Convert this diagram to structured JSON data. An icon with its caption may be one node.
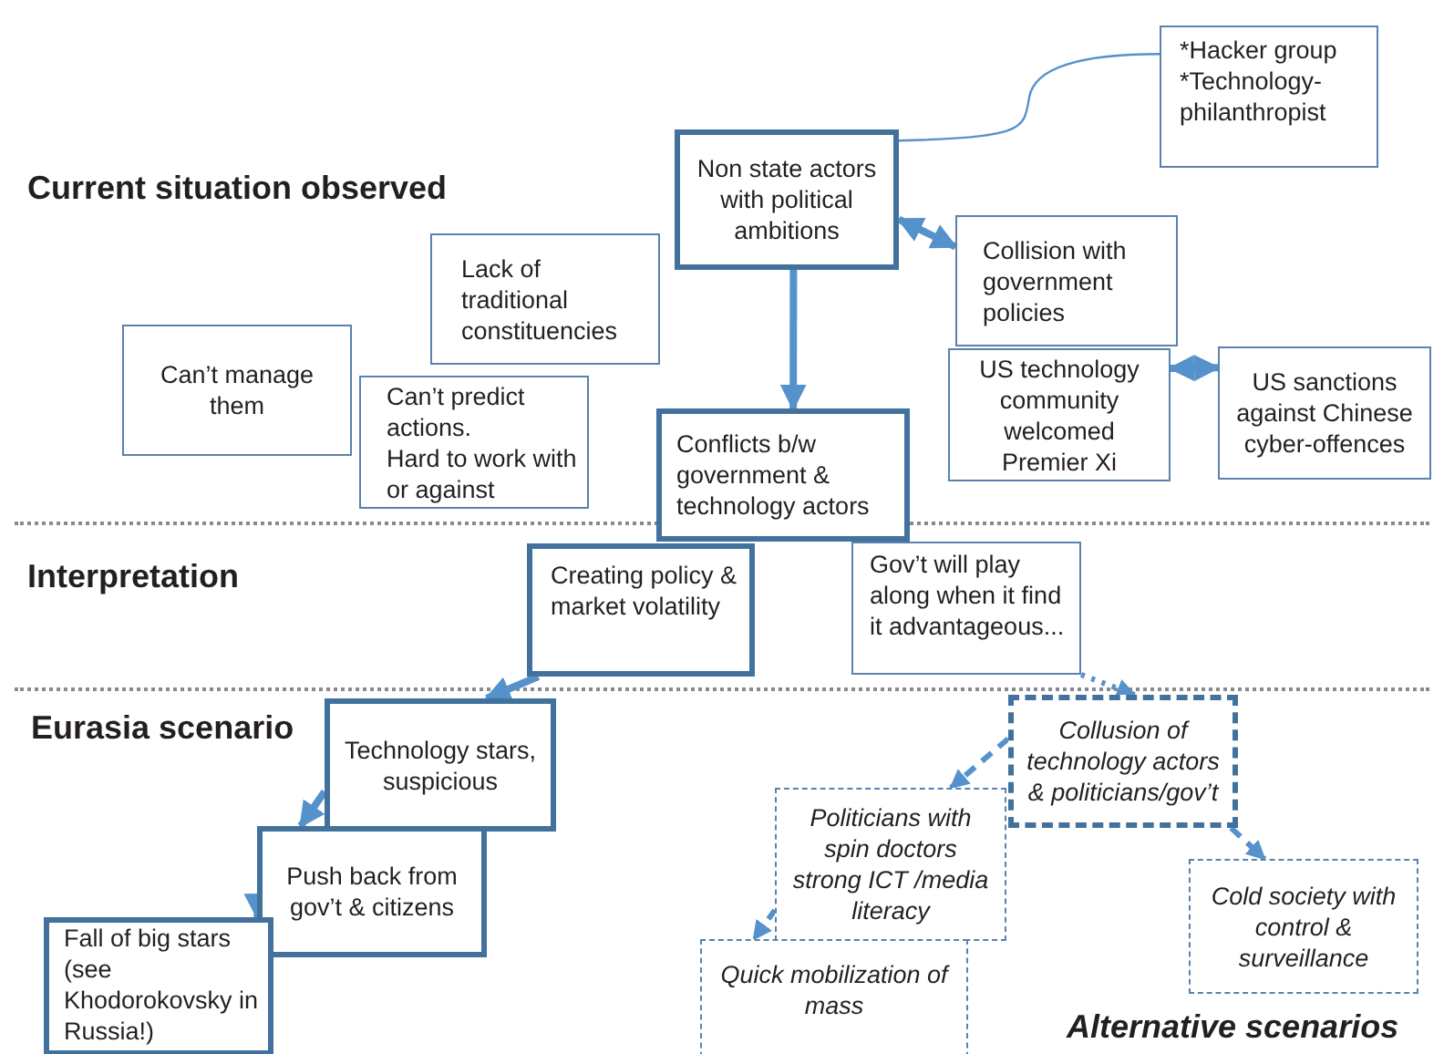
{
  "diagram": {
    "nodes": [
      {
        "text": [
          "*Hacker group",
          "*Technology-philanthropist"
        ]
      },
      {
        "text": [
          "Non state actors with political ambitions"
        ]
      },
      {
        "text": [
          "Collision with government policies"
        ]
      },
      {
        "text": [
          "Lack of traditional constituencies"
        ]
      },
      {
        "text": [
          "Can’t manage them"
        ]
      },
      {
        "text": [
          "Can’t predict actions.",
          "Hard to work with or against"
        ]
      },
      {
        "text": [
          "Conflicts b/w government & technology actors"
        ]
      },
      {
        "text": [
          "US technology community welcomed Premier Xi"
        ]
      },
      {
        "text": [
          "US sanctions against Chinese cyber-offences"
        ]
      },
      {
        "text": [
          "Creating policy & market volatility"
        ]
      },
      {
        "text": [
          "Gov’t will play along when it find it advantageous..."
        ]
      },
      {
        "text": [
          "Technology stars, suspicious"
        ]
      },
      {
        "text": [
          "Push back from gov’t & citizens"
        ]
      },
      {
        "text": [
          "Fall of big stars (see Khodorokovsky in Russia!)"
        ]
      },
      {
        "text": [
          "Collusion of technology actors & politicians/gov’t"
        ]
      },
      {
        "text": [
          "Politicians with spin doctors strong ICT /media literacy"
        ]
      },
      {
        "text": [
          "Cold society with control & surveillance"
        ]
      },
      {
        "text": [
          "Quick mobilization of mass"
        ]
      }
    ],
    "edges": [
      {
        "from": 1,
        "to": 0,
        "arrow": "none"
      },
      {
        "from": 1,
        "to": 2,
        "arrow": "both"
      },
      {
        "from": 1,
        "to": 6,
        "arrow": "to"
      },
      {
        "from": 7,
        "to": 8,
        "arrow": "both"
      },
      {
        "from": 9,
        "to": 11,
        "arrow": "to"
      },
      {
        "from": 11,
        "to": 12,
        "arrow": "to"
      },
      {
        "from": 12,
        "to": 13,
        "arrow": "to"
      },
      {
        "from": 10,
        "to": 14,
        "arrow": "to",
        "style": "dashed"
      },
      {
        "from": 14,
        "to": 15,
        "arrow": "to",
        "style": "dashed"
      },
      {
        "from": 14,
        "to": 16,
        "arrow": "to",
        "style": "dashed"
      },
      {
        "from": 15,
        "to": 17,
        "arrow": "to",
        "style": "dashed"
      }
    ],
    "labels": [
      "Current situation observed",
      "Interpretation",
      "Eurasia scenario",
      "Alternative scenarios"
    ]
  }
}
